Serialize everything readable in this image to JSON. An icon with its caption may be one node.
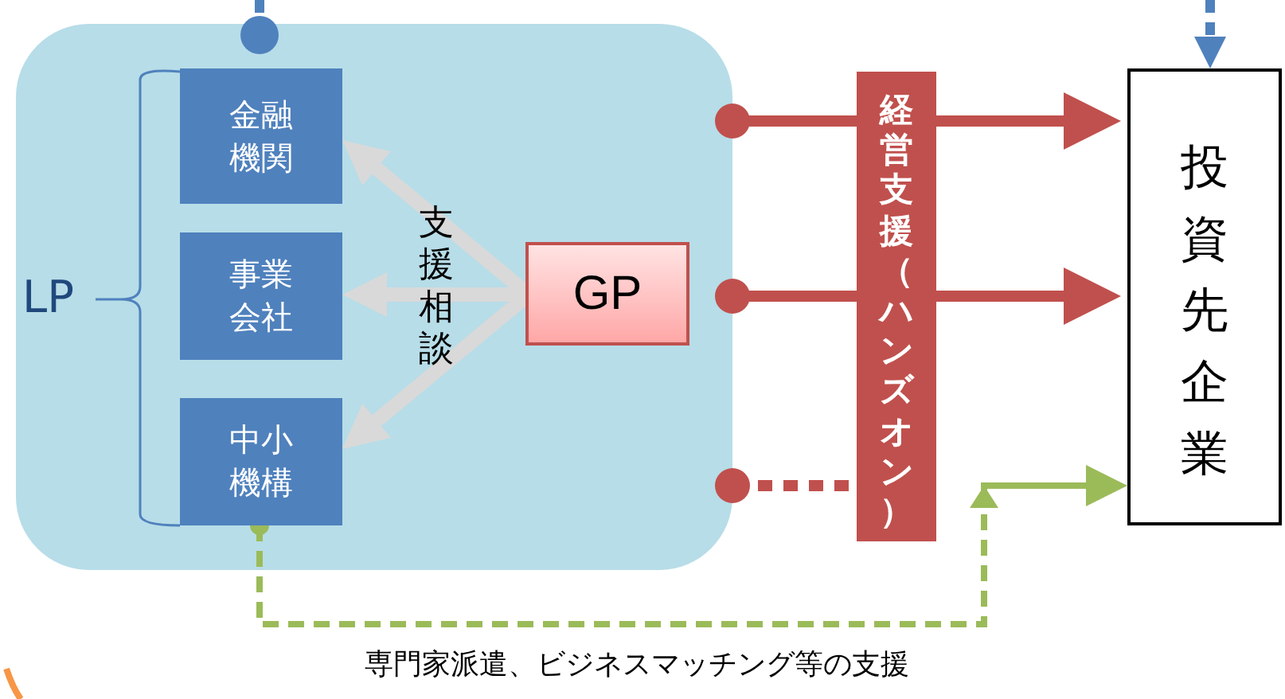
{
  "diagram": {
    "nodes": [
      {
        "text": [],
        "shape": "box"
      },
      {
        "text": [
          "金融機関"
        ],
        "in": 0
      },
      {
        "text": [
          "事業会社"
        ],
        "in": 0
      },
      {
        "text": [
          "中小機構"
        ],
        "in": 0
      },
      {
        "text": [
          "GP"
        ],
        "in": 0
      },
      {
        "text": [
          "経営支援（ハンズオン）"
        ]
      },
      {
        "text": [
          "投資先企業"
        ]
      }
    ],
    "edges": [
      {
        "from": 0,
        "to": 5,
        "arrow": "other"
      },
      {
        "from": 5,
        "to": 6,
        "arrow": "to"
      },
      {
        "from": 0,
        "to": 5,
        "arrow": "other"
      },
      {
        "from": 5,
        "to": 6,
        "arrow": "to"
      },
      {
        "from": 0,
        "to": 5,
        "arrow": "other",
        "style": "dashed"
      },
      {
        "from": 3,
        "to": 6,
        "arrow": "to",
        "style": "dashed",
        "color": "#9bbb59",
        "label": "専門家派遣、ビジネスマッチング等の支援"
      },
      {
        "from": 4,
        "to": 1,
        "arrow": "to",
        "color": "#d9d9d9"
      },
      {
        "from": 4,
        "to": 2,
        "arrow": "to",
        "color": "#d9d9d9"
      },
      {
        "from": 4,
        "to": 3,
        "arrow": "to",
        "color": "#d9d9d9"
      },
      {
        "from": null,
        "to": 0,
        "arrow": "other",
        "style": "dashed",
        "color": "#4f81bd"
      },
      {
        "from": null,
        "to": 6,
        "arrow": "to",
        "style": "dashed",
        "color": "#4f81bd"
      }
    ],
    "labels": [
      "LP",
      "支援相談"
    ]
  }
}
